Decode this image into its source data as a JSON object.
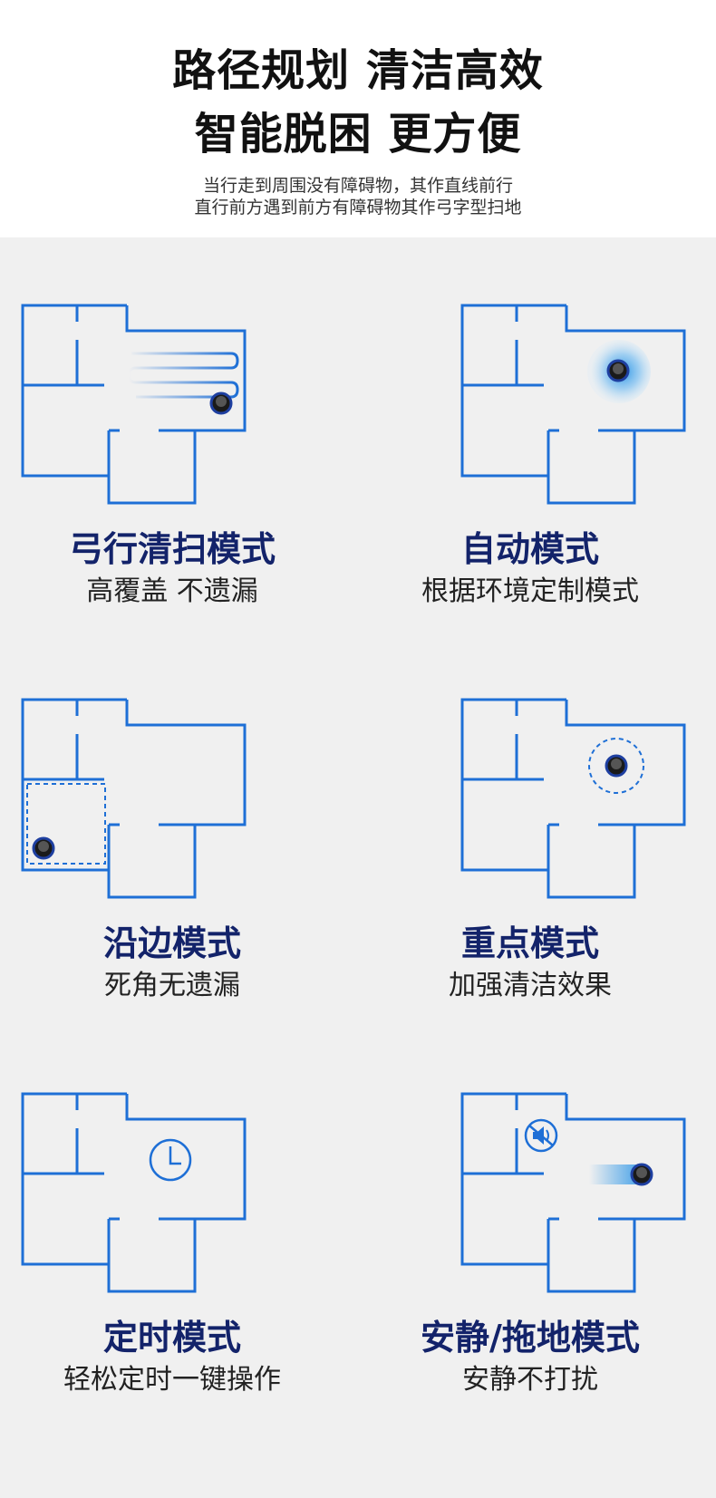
{
  "header": {
    "title_line1": "路径规划 清洁高效",
    "title_line2": "智能脱困 更方便",
    "subtitle_line1": "当行走到周围没有障碍物，其作直线前行",
    "subtitle_line2": "直行前方遇到前方有障碍物其作弓字型扫地"
  },
  "colors": {
    "plan_blue": "#1e6fd6",
    "title_navy": "#13236a",
    "background": "#f0f0f0"
  },
  "modes": [
    {
      "name": "弓行清扫模式",
      "desc": "高覆盖 不遗漏",
      "icon": "zigzag-path-icon"
    },
    {
      "name": "自动模式",
      "desc": "根据环境定制模式",
      "icon": "robot-glow-icon"
    },
    {
      "name": "沿边模式",
      "desc": "死角无遗漏",
      "icon": "edge-path-icon"
    },
    {
      "name": "重点模式",
      "desc": "加强清洁效果",
      "icon": "spot-circle-icon"
    },
    {
      "name": "定时模式",
      "desc": "轻松定时一键操作",
      "icon": "clock-icon"
    },
    {
      "name": "安静/拖地模式",
      "desc": "安静不打扰",
      "icon": "mute-speaker-icon"
    }
  ]
}
